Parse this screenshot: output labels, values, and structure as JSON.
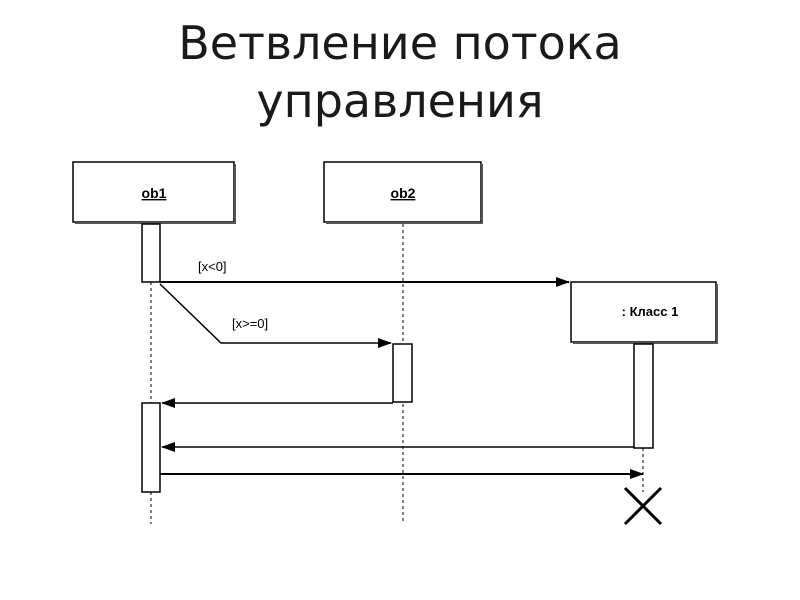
{
  "title": {
    "line1": "Ветвление потока",
    "line2": "управления"
  },
  "diagram": {
    "objects": {
      "ob1": "ob1",
      "ob2": "ob2",
      "class1": ": Класс 1"
    },
    "guards": {
      "negative": "[x<0]",
      "non_negative": "[x>=0]"
    }
  },
  "colors": {
    "line": "#000000",
    "box_fill": "#ffffff",
    "title": "#1a1a1a"
  }
}
